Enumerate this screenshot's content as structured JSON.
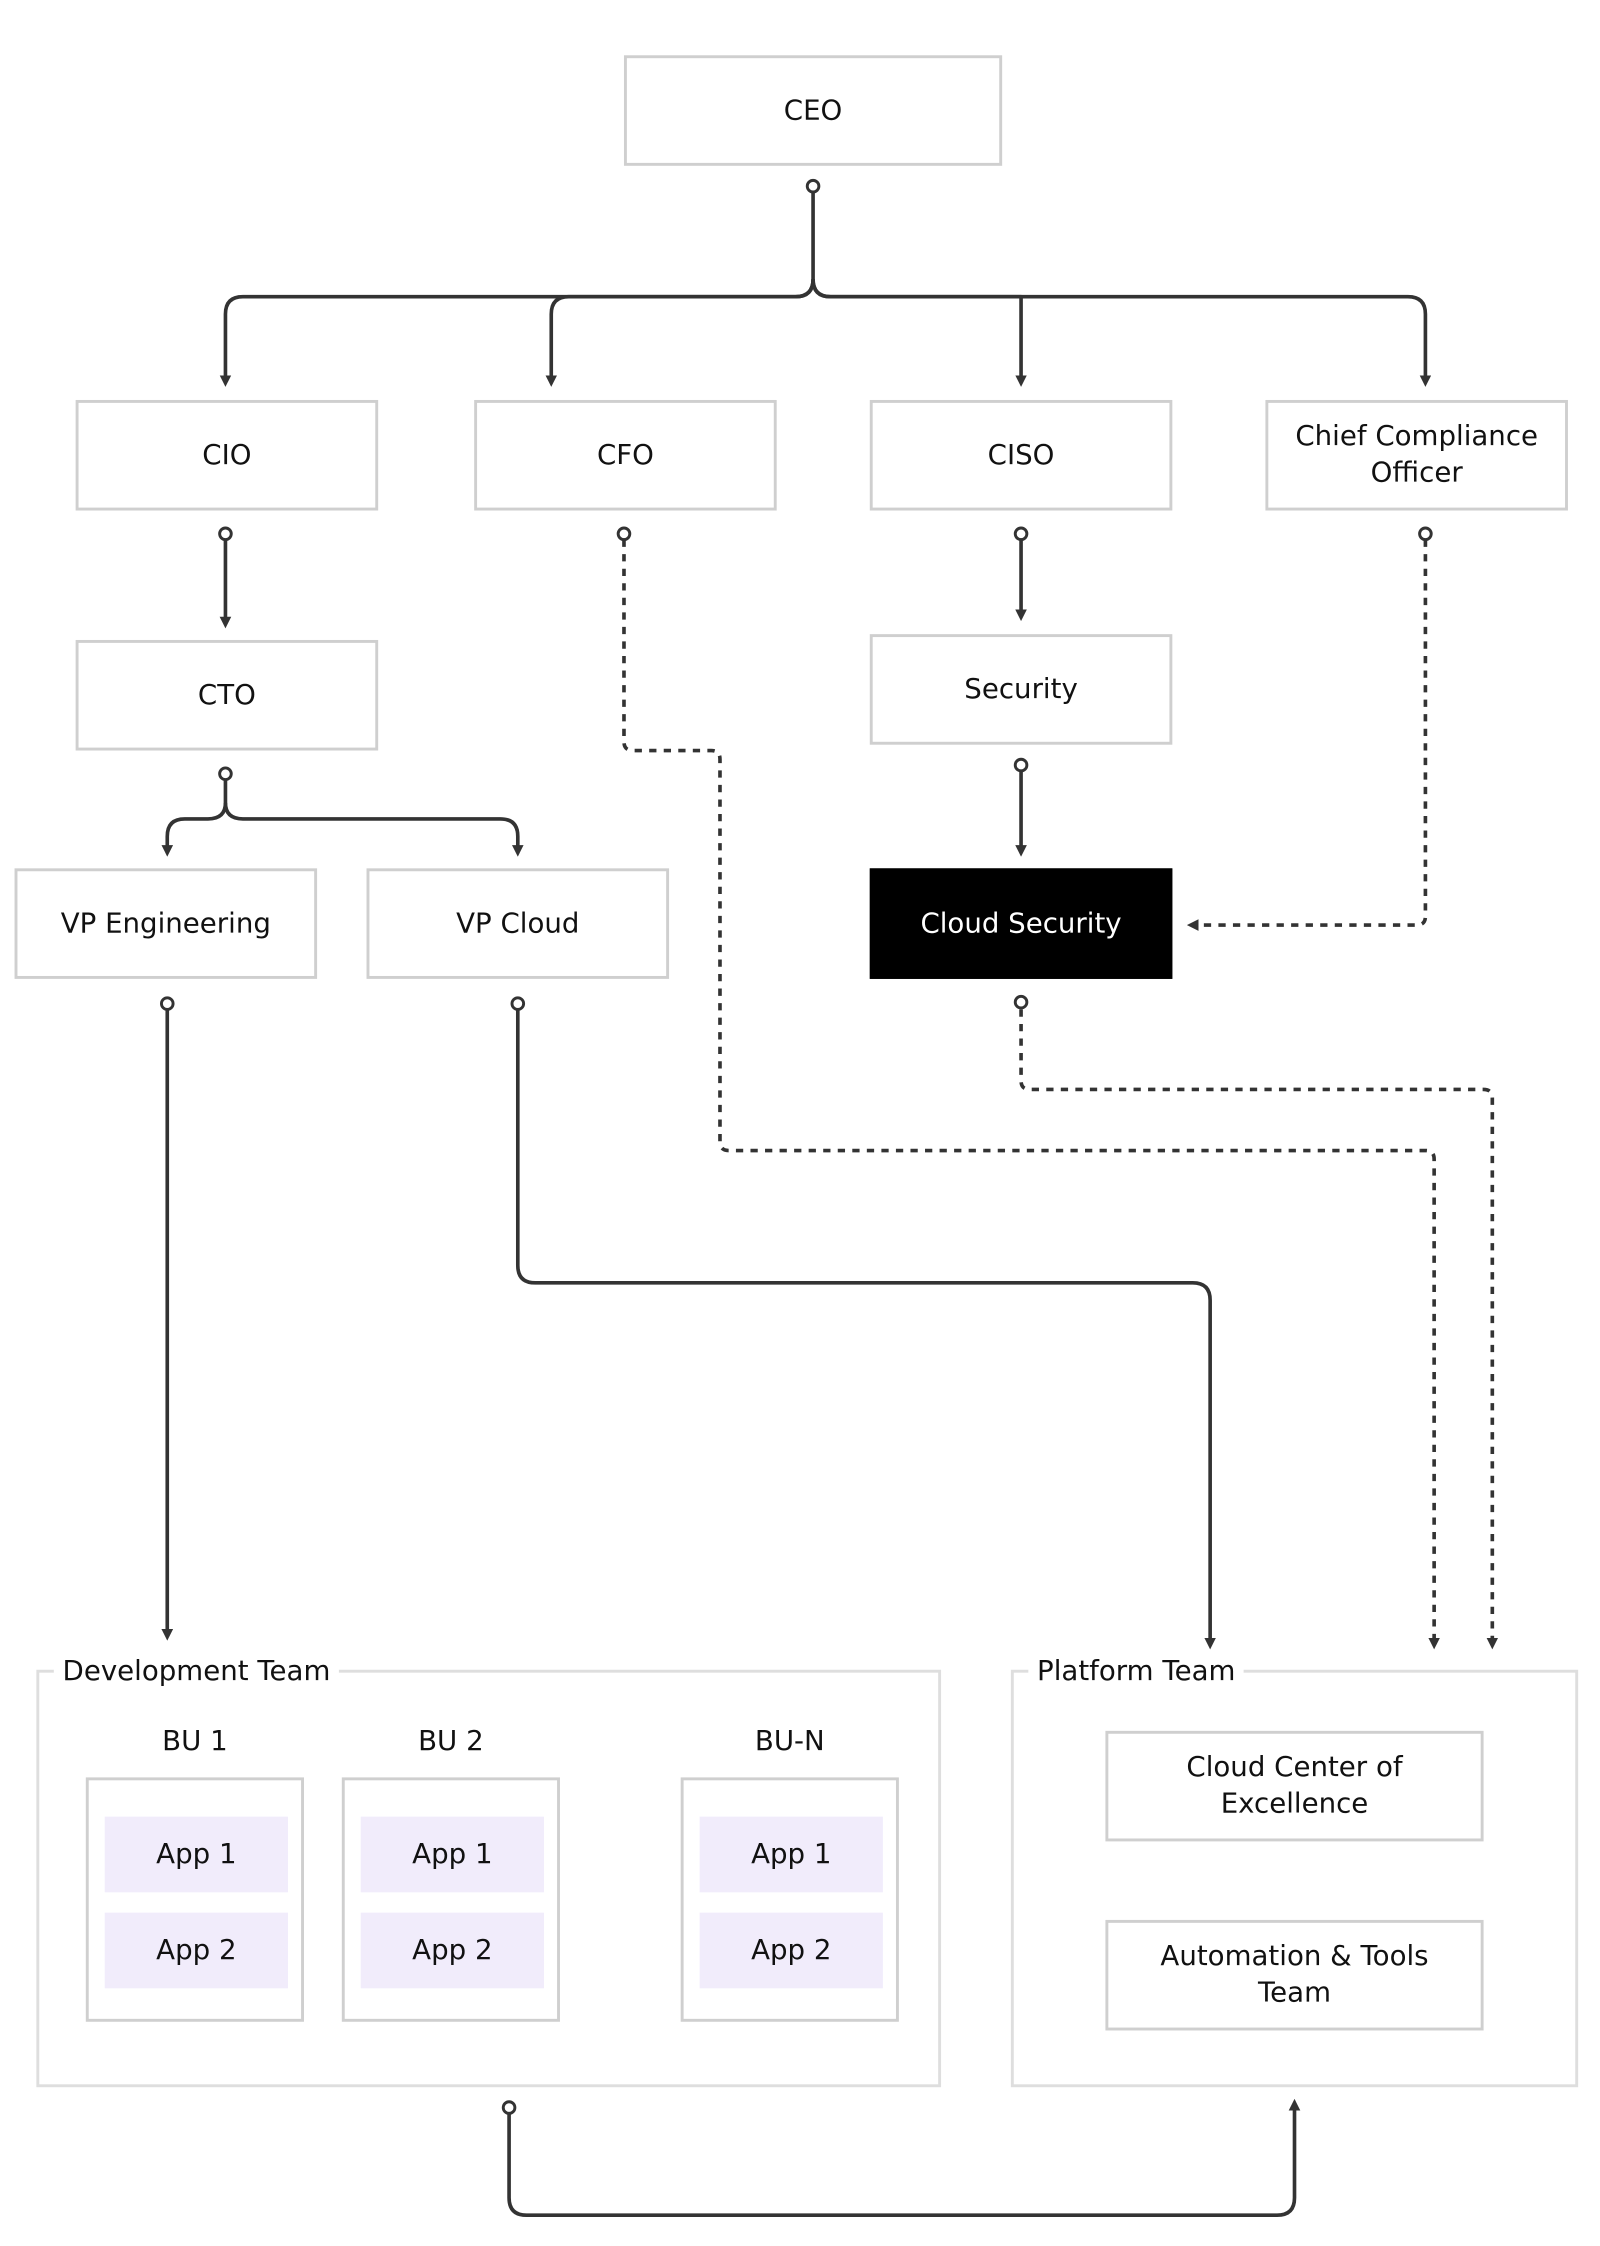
{
  "nodes": {
    "ceo": "CEO",
    "cio": "CIO",
    "cfo": "CFO",
    "ciso": "CISO",
    "cco": "Chief Compliance Officer",
    "cto": "CTO",
    "security": "Security",
    "vp_engineering": "VP Engineering",
    "vp_cloud": "VP Cloud",
    "cloud_security": "Cloud Security"
  },
  "development_team": {
    "title": "Development Team",
    "business_units": [
      {
        "name": "BU 1",
        "apps": [
          "App 1",
          "App 2"
        ]
      },
      {
        "name": "BU 2",
        "apps": [
          "App 1",
          "App 2"
        ]
      },
      {
        "name": "BU-N",
        "apps": [
          "App 1",
          "App 2"
        ]
      }
    ]
  },
  "platform_team": {
    "title": "Platform Team",
    "ccoe": "Cloud Center of Excellence",
    "automation": "Automation & Tools Team"
  },
  "colors": {
    "line": "#333333",
    "node_border": "#cfcfcf",
    "highlight_fill": "#000000",
    "app_fill": "#f1ecfb"
  }
}
